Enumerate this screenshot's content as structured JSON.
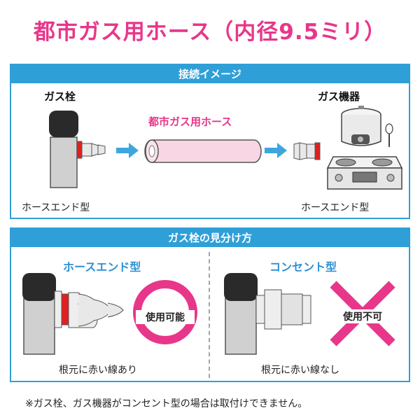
{
  "title": "都市ガス用ホース（内径9.5ミリ）",
  "section1": {
    "header": "接続イメージ",
    "left_label": "ガス栓",
    "center_label": "都市ガス用ホース",
    "right_label": "ガス機器",
    "left_caption": "ホースエンド型",
    "right_caption": "ホースエンド型"
  },
  "section2": {
    "header": "ガス栓の見分け方",
    "left_title": "ホースエンド型",
    "left_badge": "使用可能",
    "left_caption": "根元に赤い線あり",
    "right_title": "コンセント型",
    "right_badge": "使用不可",
    "right_caption": "根元に赤い線なし"
  },
  "footnote": "※ガス栓、ガス機器がコンセント型の場合は取付けできません。",
  "colors": {
    "accent_pink": "#e8368a",
    "panel_blue": "#2f9fd8",
    "red_line": "#e02020"
  }
}
